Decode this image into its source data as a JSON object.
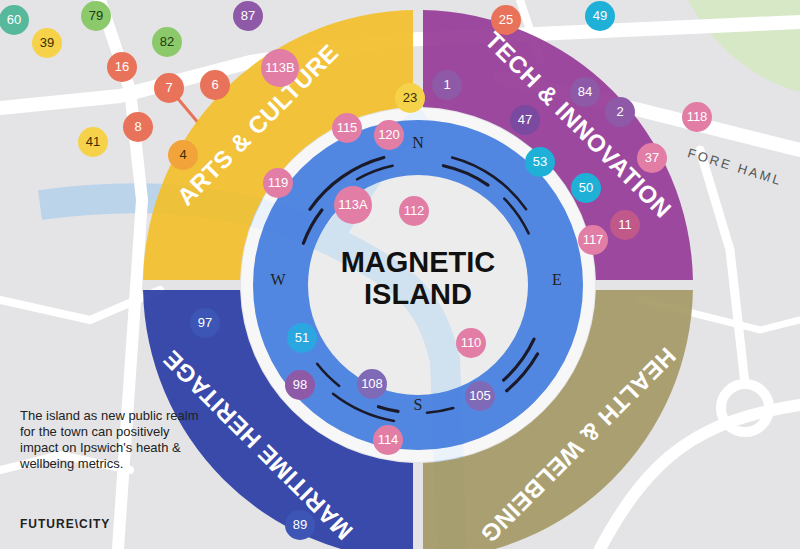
{
  "diagram": {
    "caption": "The island as new public realm for the town can positively impact on Ipswich's heath & wellbeing metrics.",
    "nodes": [
      {
        "text": [
          "ARTS & CULTURE"
        ]
      },
      {
        "text": [
          "TECH & INNOVATION"
        ]
      },
      {
        "text": [
          "MARITIME HERITAGE"
        ]
      },
      {
        "text": [
          "HEALTH & WELBEING"
        ]
      },
      {
        "text": [
          "MAGNETIC ISLAND"
        ]
      }
    ],
    "labels": [
      "60",
      "79",
      "87",
      "25",
      "49",
      "39",
      "16",
      "82",
      "7",
      "6",
      "8",
      "41",
      "4",
      "113B",
      "115",
      "120",
      "23",
      "1",
      "118",
      "84",
      "47",
      "2",
      "53",
      "37",
      "50",
      "11",
      "119",
      "113A",
      "112",
      "117",
      "51",
      "110",
      "98",
      "108",
      "105",
      "114",
      "97",
      "89",
      "N",
      "E",
      "S",
      "W",
      "FORE HAML",
      "FUTURE\\CITY"
    ]
  }
}
